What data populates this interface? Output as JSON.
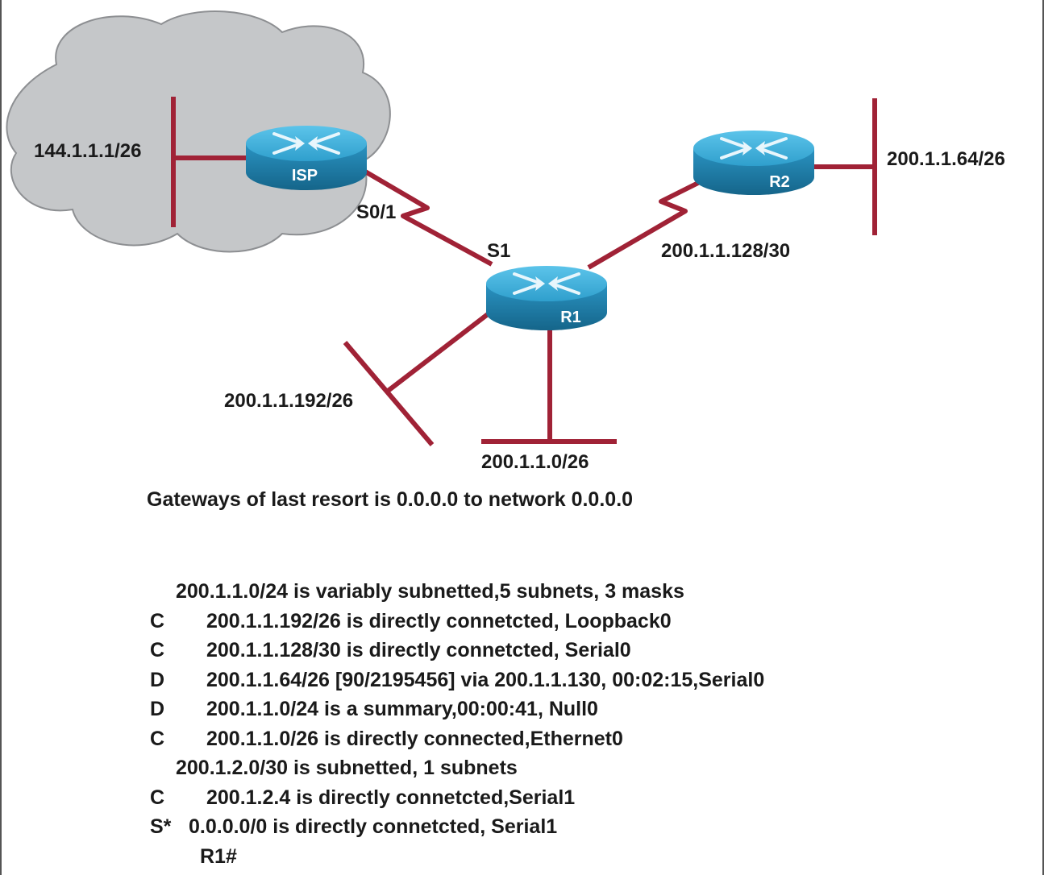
{
  "diagram": {
    "routers": [
      {
        "id": "isp",
        "name": "ISP"
      },
      {
        "id": "r2",
        "name": "R2"
      },
      {
        "id": "r1",
        "name": "R1"
      }
    ],
    "labels": {
      "isp_network": "144.1.1.1/26",
      "isp_interface": "S0/1",
      "r1_interface": "S1",
      "r2_lan": "200.1.1.64/26",
      "r1_r2_link": "200.1.1.128/30",
      "r1_loopback": "200.1.1.192/26",
      "r1_ethernet": "200.1.1.0/26"
    },
    "colors": {
      "link": "#a02236",
      "cloud_fill": "#c5c7c9",
      "cloud_stroke": "#8d8f92",
      "router_top": "#3aaad6",
      "router_body": "#1f7fa9",
      "text": "#1a1a1a"
    }
  },
  "gateway_text": "Gateways of last resort is 0.0.0.0 to network 0.0.0.0",
  "routing_table": [
    {
      "code": "",
      "text": "200.1.1.0/24 is variably subnetted,5 subnets, 3 masks",
      "type": "summary"
    },
    {
      "code": "C",
      "text": "200.1.1.192/26 is directly connetcted, Loopback0",
      "type": "entry"
    },
    {
      "code": "C",
      "text": "200.1.1.128/30 is directly connetcted, Serial0",
      "type": "entry"
    },
    {
      "code": "D",
      "text": "200.1.1.64/26 [90/2195456] via 200.1.1.130, 00:02:15,Serial0",
      "type": "entry"
    },
    {
      "code": "D",
      "text": "200.1.1.0/24 is a summary,00:00:41, Null0",
      "type": "entry"
    },
    {
      "code": "C",
      "text": "200.1.1.0/26 is directly connected,Ethernet0",
      "type": "entry"
    },
    {
      "code": "",
      "text": "200.1.2.0/30 is subnetted, 1 subnets",
      "type": "summary"
    },
    {
      "code": "C",
      "text": "200.1.2.4 is directly connetcted,Serial1",
      "type": "entry"
    },
    {
      "code": "S*",
      "text": "0.0.0.0/0 is directly connetcted, Serial1",
      "type": "default"
    },
    {
      "code": "",
      "text": "R1#",
      "type": "prompt"
    }
  ]
}
